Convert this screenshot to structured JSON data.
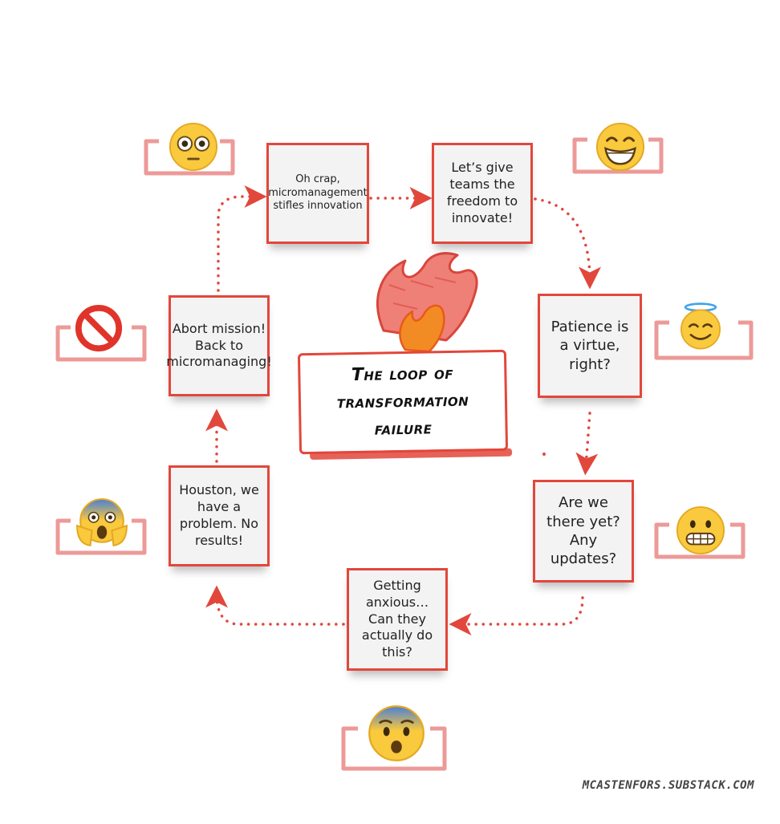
{
  "title": "The loop of transformation failure",
  "steps": [
    {
      "text": "Oh crap, micromanagement stifles innovation",
      "emoji": "flushed-face"
    },
    {
      "text": "Let’s give teams the freedom to innovate!",
      "emoji": "grinning-face"
    },
    {
      "text": "Patience is a virtue, right?",
      "emoji": "halo-face"
    },
    {
      "text": "Are we there yet? Any updates?",
      "emoji": "grimacing-face"
    },
    {
      "text": "Getting anxious… Can they actually do this?",
      "emoji": "anxious-face"
    },
    {
      "text": "Houston, we have a problem. No results!",
      "emoji": "screaming-face"
    },
    {
      "text": "Abort mission! Back to micromanaging!",
      "emoji": "prohibited-sign"
    }
  ],
  "watermark": "MCASTENFORS.SUBSTACK.COM",
  "colors": {
    "accent": "#e2473b",
    "bracket": "#ec9a98",
    "flame_outer": "#ef6f63",
    "flame_inner": "#f28b24"
  }
}
